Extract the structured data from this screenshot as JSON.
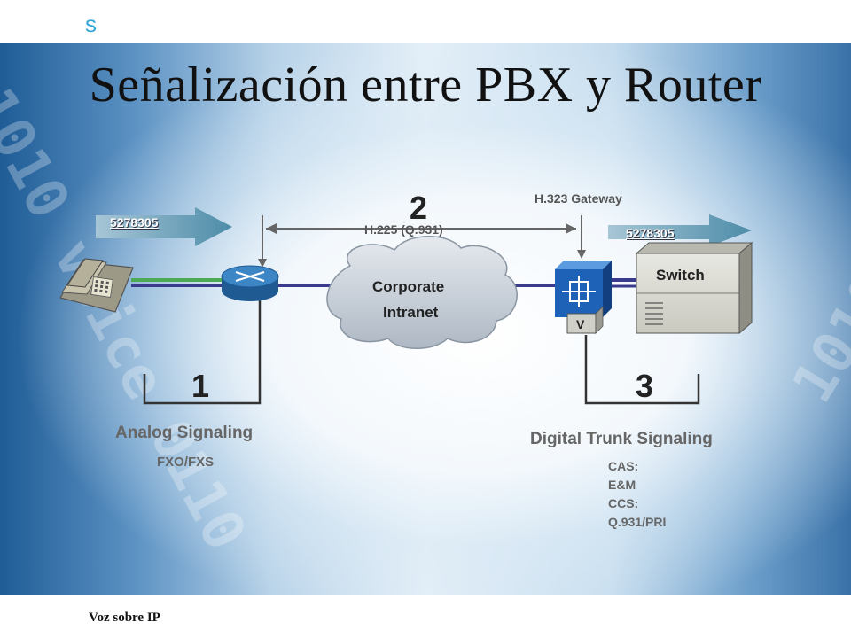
{
  "slide": {
    "corner_letter": "s",
    "title": "Señalización entre PBX y Router",
    "footer": "Voz sobre IP",
    "background_text": "1010 voice 0110"
  },
  "diagram": {
    "left_number": "5278305",
    "right_number": "5278305",
    "gateway_label": "H.323 Gateway",
    "protocol_label": "H.225 (Q.931)",
    "step2": "2",
    "cloud_line1": "Corporate",
    "cloud_line2": "Intranet",
    "switch_label": "Switch",
    "voice_module": "V",
    "step1": "1",
    "step3": "3",
    "analog_label": "Analog Signaling",
    "analog_sub": "FXO/FXS",
    "digital_label": "Digital Trunk Signaling",
    "digital_list": [
      "CAS:",
      "E&M",
      "CCS:",
      "Q.931/PRI"
    ]
  },
  "colors": {
    "arrow_teal": "#4d8ca8",
    "link_purple": "#3a3b8c",
    "link_green": "#4caa55",
    "router_blue": "#2f6fa8",
    "gateway_blue": "#1e62b8",
    "accent_cyan": "#36a8d8"
  },
  "icons": {
    "phone": "telephone-icon",
    "router": "router-icon",
    "cloud": "cloud-icon",
    "gateway": "voice-gateway-icon",
    "switch": "pbx-switch-icon"
  }
}
